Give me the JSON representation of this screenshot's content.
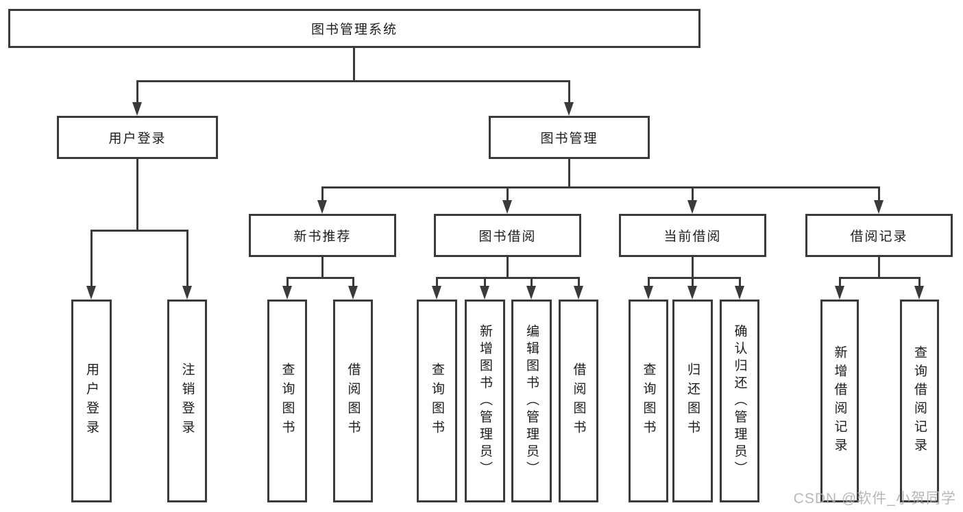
{
  "diagram": {
    "title": "图书管理系统",
    "level2": {
      "user_login": "用户登录",
      "book_management": "图书管理"
    },
    "level3": {
      "new_book_recommend": "新书推荐",
      "book_borrow": "图书借阅",
      "current_borrow": "当前借阅",
      "borrow_record": "借阅记录"
    },
    "leaves": {
      "user_login": "用户登录",
      "logout_login": "注销登录",
      "query_book_recommend": "查询图书",
      "borrow_book_recommend": "借阅图书",
      "query_book_borrow": "查询图书",
      "add_book_admin": "新增图书（管理员）",
      "edit_book_admin": "编辑图书（管理员）",
      "borrow_book": "借阅图书",
      "query_book_current": "查询图书",
      "return_book": "归还图书",
      "confirm_return_admin": "确认归还（管理员）",
      "add_borrow_record": "新增借阅记录",
      "query_borrow_record": "查询借阅记录"
    }
  },
  "watermark": "CSDN @软件_小贺同学",
  "colors": {
    "line": "#3a3a3a",
    "text": "#1c1c1c",
    "background": "#ffffff",
    "watermark": "#afafaf"
  }
}
